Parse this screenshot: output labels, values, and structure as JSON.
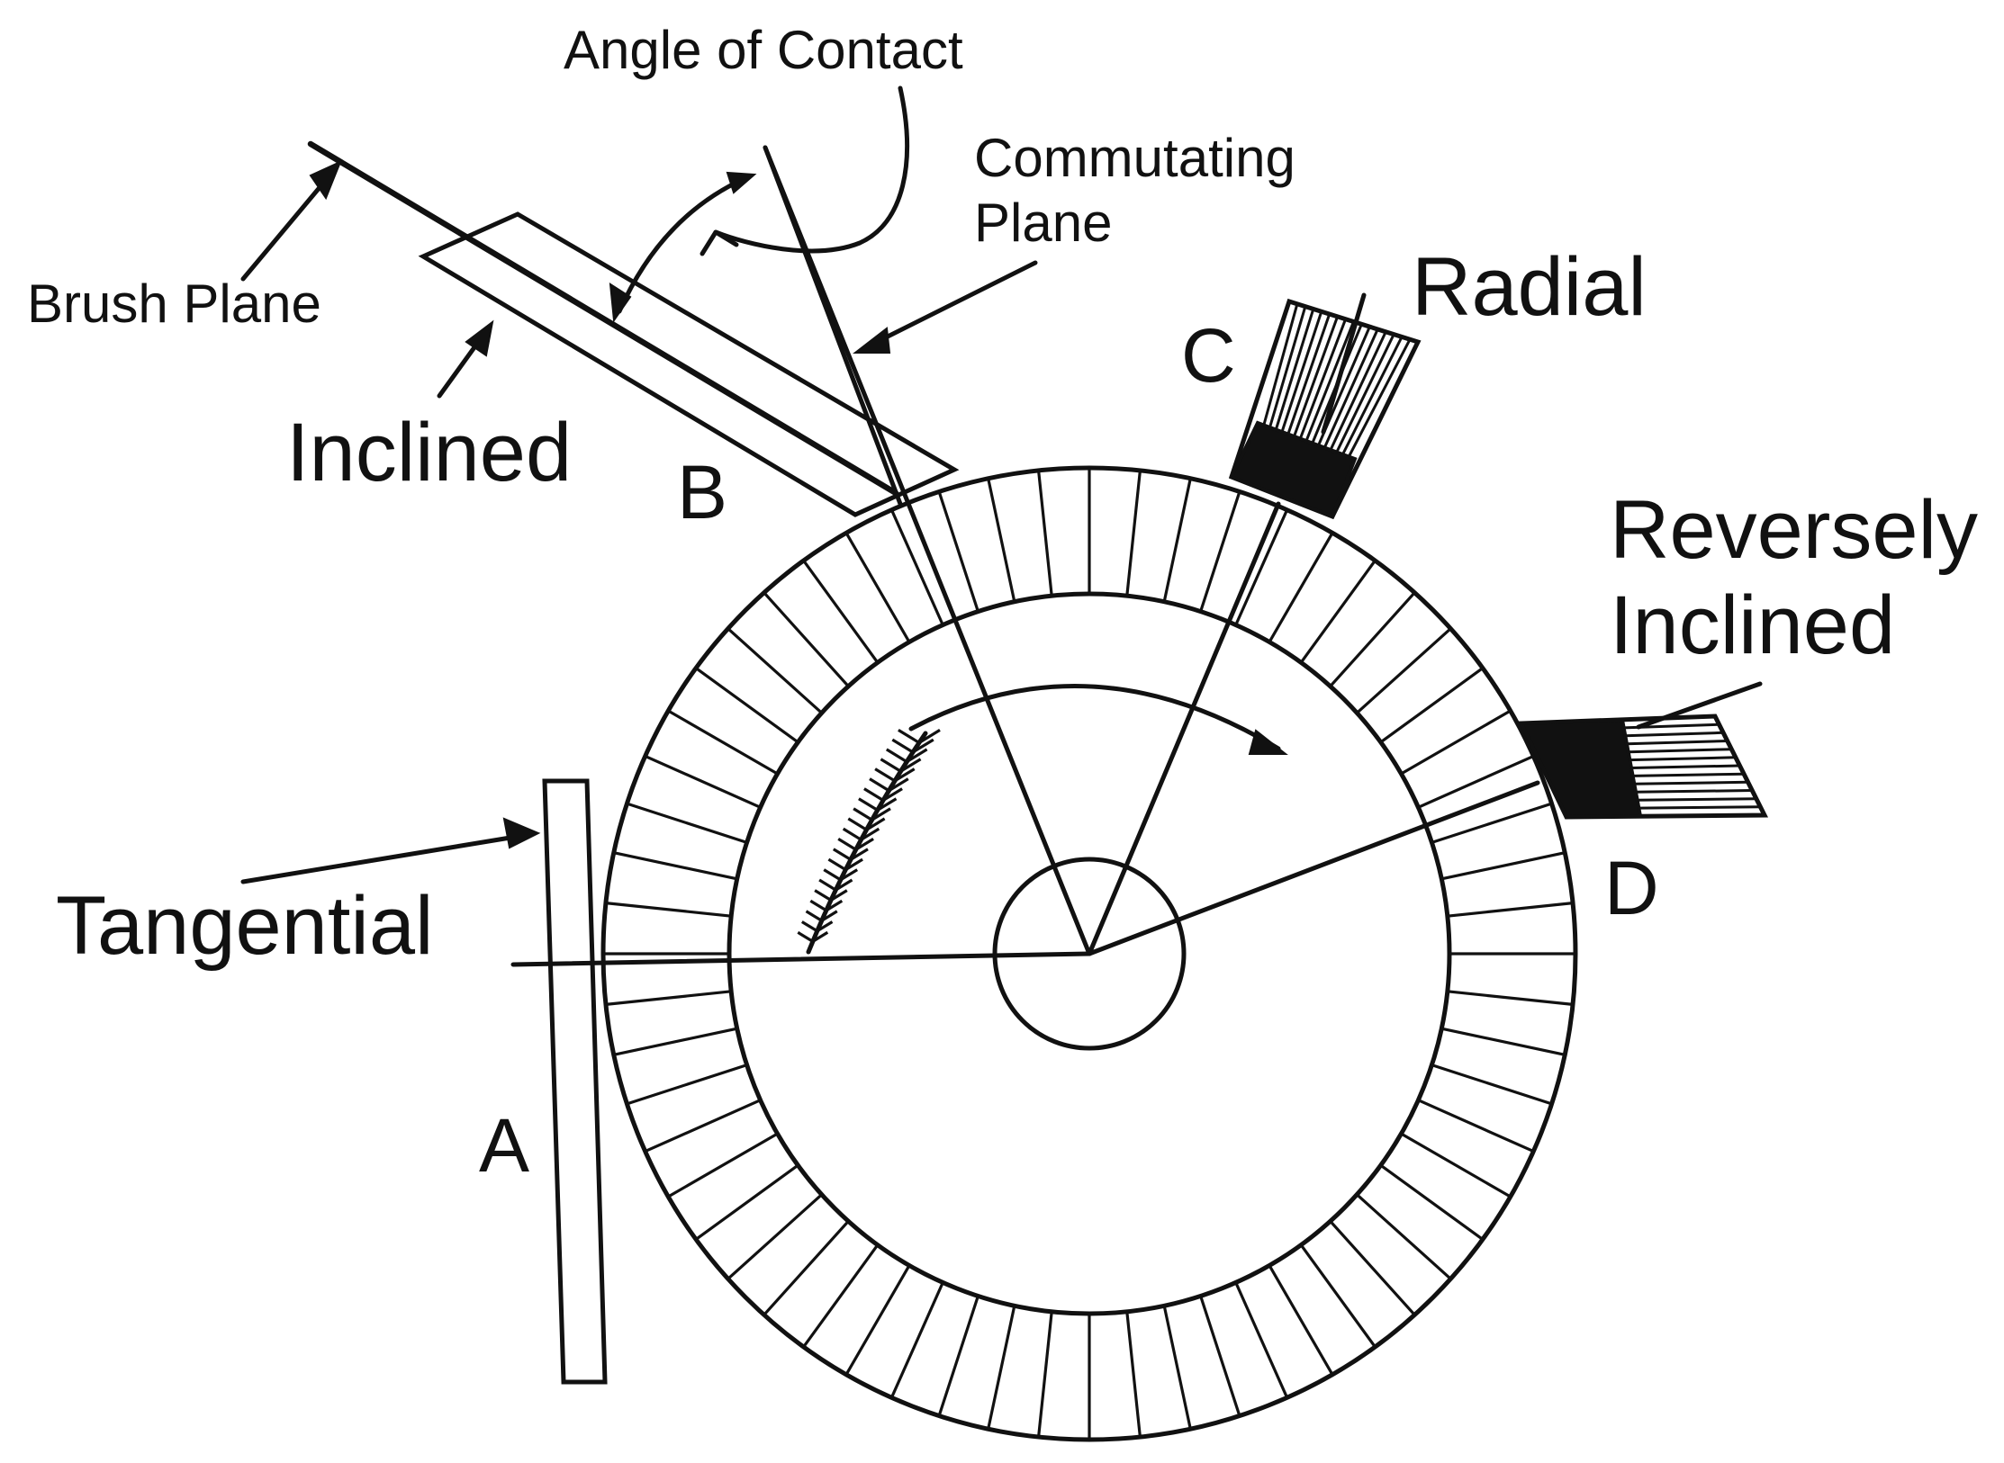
{
  "labels": {
    "angle_of_contact": "Angle of Contact",
    "commutating_plane_line1": "Commutating",
    "commutating_plane_line2": "Plane",
    "brush_plane": "Brush Plane",
    "inclined": "Inclined",
    "radial": "Radial",
    "reversely_inclined_line1": "Reversely",
    "reversely_inclined_line2": "Inclined",
    "tangential": "Tangential",
    "letter_a": "A",
    "letter_b": "B",
    "letter_c": "C",
    "letter_d": "D"
  },
  "commutator": {
    "segment_count": 60
  },
  "colors": {
    "ink": "#111111",
    "background": "#ffffff"
  }
}
